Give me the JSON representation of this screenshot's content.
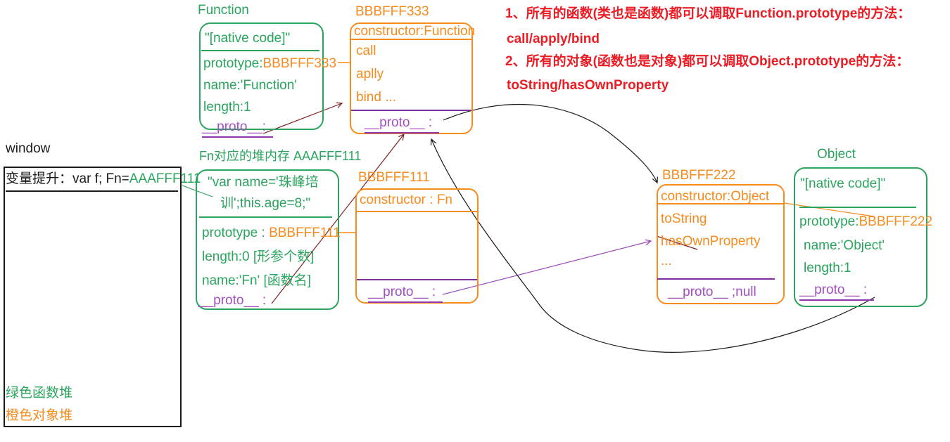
{
  "colors": {
    "green_function_heap": "#2aa45e",
    "orange_object_heap": "#f68b1e",
    "purple_proto": "#a24fc0",
    "red_note": "#ec1c24",
    "dark_red_arrow": "#7e1f24",
    "black": "#1a1a1a"
  },
  "notes": {
    "line1": "1、所有的函数(类也是函数)都可以调取Function.prototype的方法：",
    "line2": "call/apply/bind",
    "line3": "2、所有的对象(函数也是对象)都可以调取Object.prototype的方法：",
    "line4": "toString/hasOwnProperty"
  },
  "window_box": {
    "title": "window",
    "hoist_prefix": "变量提升：var f;  Fn=",
    "hoist_value": "AAAFFF111",
    "legend_function_heap": "绿色函数堆",
    "legend_object_heap": "橙色对象堆"
  },
  "function_box": {
    "title": "Function",
    "native_code": "\"[native code]\"",
    "prototype_label": "prototype:",
    "prototype_value": "BBBFFF333",
    "name_line": "name:'Function'",
    "length_line": "length:1",
    "proto_line": "__proto__:"
  },
  "bbbfff333_box": {
    "title": "BBBFFF333",
    "constructor_line": "constructor:Function",
    "method1": "call",
    "method2": "aplly",
    "method3": "bind  ...",
    "proto_line": "__proto__ :"
  },
  "fn_box": {
    "title": "Fn对应的堆内存 AAAFFF111",
    "body_line1": "\"var name='珠峰培",
    "body_line2": "训';this.age=8;\"",
    "prototype_label": "prototype : ",
    "prototype_value": "BBBFFF111",
    "length_line": "length:0 [形参个数]",
    "name_line": "name:'Fn' [函数名]",
    "proto_line": "__proto__ :"
  },
  "bbbfff111_box": {
    "title": "BBBFFF111",
    "constructor_line": "constructor : Fn",
    "proto_line": "__proto__ :"
  },
  "bbbfff222_box": {
    "title": "BBBFFF222",
    "constructor_line": "constructor:Object",
    "method1": "toString",
    "method2": "hasOwnProperty",
    "method3": "...",
    "proto_label": "__proto__",
    "proto_value": " ;null"
  },
  "object_box": {
    "title": "Object",
    "native_code": "\"[native code]\"",
    "prototype_label": "prototype:",
    "prototype_value": "BBBFFF222",
    "name_line": "name:'Object'",
    "length_line": "length:1",
    "proto_line": "__proto__ :"
  }
}
